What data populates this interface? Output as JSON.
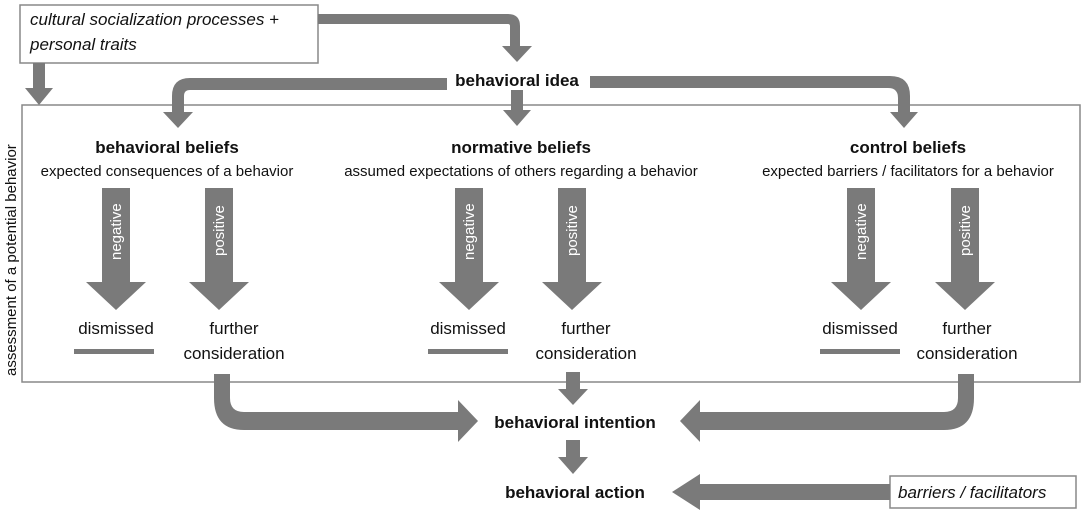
{
  "inputs": {
    "socialization_line1": "cultural socialization processes +",
    "socialization_line2": "personal traits",
    "barriers": "barriers / facilitators"
  },
  "side_label": "assessment of a potential behavior",
  "nodes": {
    "idea": "behavioral idea",
    "intention": "behavioral intention",
    "action": "behavioral action"
  },
  "beliefs": [
    {
      "title": "behavioral beliefs",
      "subtitle": "expected consequences of a behavior",
      "negative": "negative",
      "positive": "positive",
      "dismissed": "dismissed",
      "further1": "further",
      "further2": "consideration"
    },
    {
      "title": "normative beliefs",
      "subtitle": "assumed expectations of others regarding a behavior",
      "negative": "negative",
      "positive": "positive",
      "dismissed": "dismissed",
      "further1": "further",
      "further2": "consideration"
    },
    {
      "title": "control beliefs",
      "subtitle": "expected barriers / facilitators for a behavior",
      "negative": "negative",
      "positive": "positive",
      "dismissed": "dismissed",
      "further1": "further",
      "further2": "consideration"
    }
  ]
}
